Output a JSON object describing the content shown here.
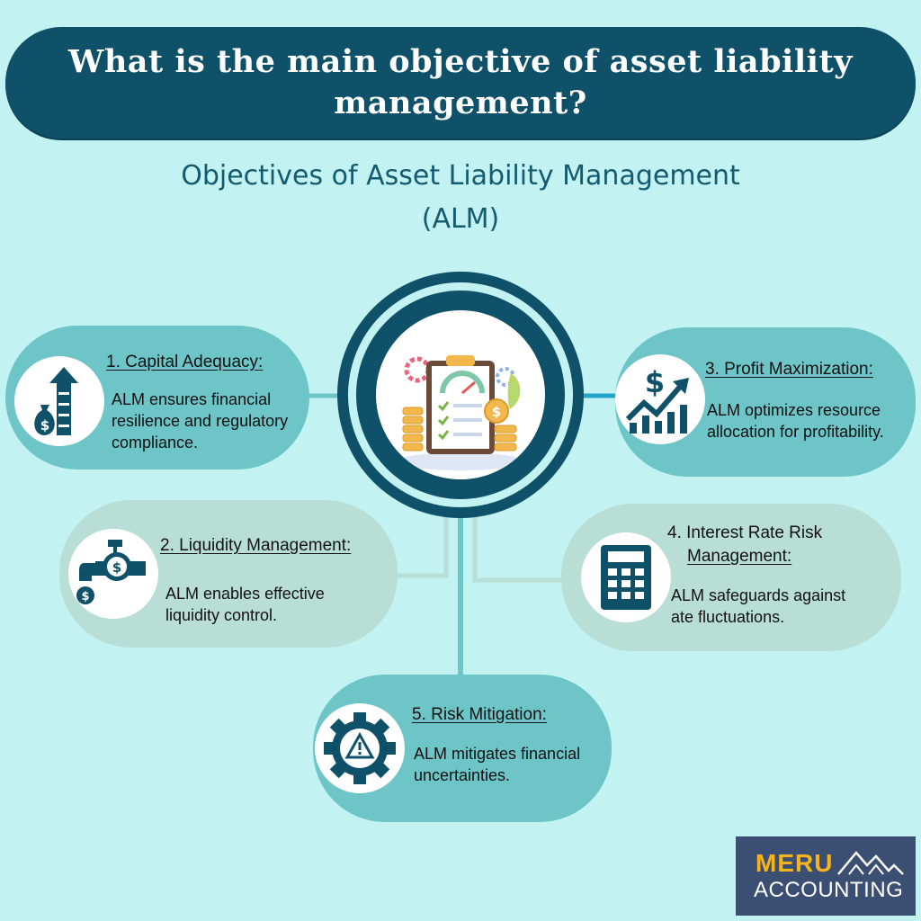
{
  "header": {
    "title": "What is the main objective of asset liability management?"
  },
  "subtitle": {
    "line1": "Objectives of Asset Liability Management",
    "line2": "(ALM)"
  },
  "objectives": [
    {
      "title": "1. Capital Adequacy:",
      "description": "ALM ensures financial resilience and regulatory compliance.",
      "icon": "money-bag-up-arrow-icon"
    },
    {
      "title": "2. Liquidity Management:",
      "description": "ALM enables effective liquidity control.",
      "icon": "tap-dollar-icon"
    },
    {
      "title": "3. Profit Maximization:",
      "description": "ALM optimizes resource allocation for profitability.",
      "icon": "growth-chart-dollar-icon"
    },
    {
      "title_line1": "4. Interest Rate Risk",
      "title_line2": "Management:",
      "description": "ALM safeguards against ate fluctuations.",
      "icon": "calculator-icon"
    },
    {
      "title": "5. Risk Mitigation:",
      "description": "ALM mitigates financial uncertainties.",
      "icon": "gear-warning-icon"
    }
  ],
  "center": {
    "icon": "clipboard-coins-icon"
  },
  "logo": {
    "line1": "MERU",
    "line2": "ACCOUNTING"
  },
  "colors": {
    "background": "#c3f2f2",
    "banner": "#0e5168",
    "pill_dark": "#6ec5c7",
    "pill_light": "#b8ded6",
    "logo_bg": "#3b4f72",
    "logo_accent": "#f6b31b"
  }
}
